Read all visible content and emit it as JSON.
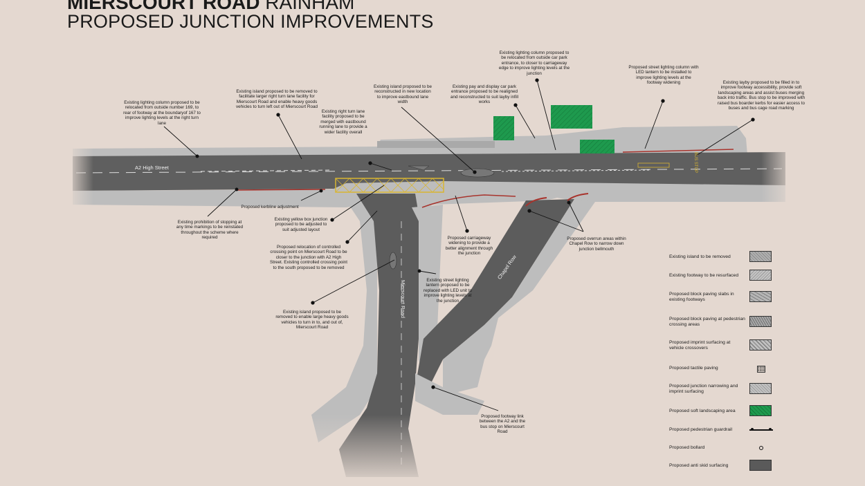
{
  "header": {
    "title_bold": "MIERSCOURT ROAD",
    "title_light": " RAINHAM",
    "subtitle": "PROPOSED JUNCTION IMPROVEMENTS"
  },
  "roads": {
    "a2": "A2 High Street",
    "mierscourt": "Mierscourt Road",
    "chapel": "Chapel Row",
    "bus_marking": "BUS STOP"
  },
  "annotations": [
    {
      "id": "lighting-169",
      "text": "Existing lighting column proposed to be relocated from outside number 169, to rear of footway at the boundaryof 167 to improve lighting levels at the right turn lane"
    },
    {
      "id": "island-removed-left",
      "text": "Existing island proposed to be removed to facilitate larger right turn lane facility for Mierscourt Road and enable heavy goods vehicles to turn left out of Mierscourt Road"
    },
    {
      "id": "right-turn-lane",
      "text": "Existing right turn lane facility proposed to be merged with eastbound running lane to provide a wider facility overall"
    },
    {
      "id": "island-reconstructed",
      "text": "Existing island proposed to be reconstructed in new location to improve eastbound lane width"
    },
    {
      "id": "car-park",
      "text": "Existing pay and display car park entrance proposed to be realigned and reconstructed to suit layby infill works"
    },
    {
      "id": "lighting-car-park",
      "text": "Existing lighting column proposed to be relocated from outside car park entrance, to closer to carriageway edge to improve lighting levels at the junction"
    },
    {
      "id": "led-lantern",
      "text": "Proposed street lighting column with LED lantern to be installed to improve lighting levels at the footway widening"
    },
    {
      "id": "layby",
      "text": "Existing layby proposed to be filled in to improve footway accessibility, provide soft landscaping areas and assist buses merging back into traffic. Bus stop to be improved with raised bus boarder kerbs for easier access to buses and bus cage road marking"
    },
    {
      "id": "kerbline",
      "text": "Proposed kerbline adjustment"
    },
    {
      "id": "no-stopping",
      "text": "Existing prohibition of stopping at any time markings to be reinstated throughout the scheme where required"
    },
    {
      "id": "yellow-box",
      "text": "Existing yellow box junction proposed to be adjusted to suit adjusted layout"
    },
    {
      "id": "crossing",
      "text": "Proposed relocation of controlled crossing point on Mierscourt Road to be closer to the junction with A2 High Street. Existing controlled crossing point to the south proposed to be removed"
    },
    {
      "id": "widening",
      "text": "Proposed carriageway widening to provide a better alignment through the junction"
    },
    {
      "id": "overrun",
      "text": "Proposed overrun areas within Chapel Row to narrow down junction bellmouth"
    },
    {
      "id": "street-lighting-lantern",
      "text": "Existing street lighting lantern proposed to be replaced with LED unit to improve lighting levels at the junction"
    },
    {
      "id": "island-removed-south",
      "text": "Existing island proposed to be removed to enable large heavy goods vehicles to turn in to, and out of, Mierscourt Road"
    },
    {
      "id": "footway-link",
      "text": "Proposed footway link between the A2 and the bus stop on Mierscourt Road"
    }
  ],
  "legend": [
    {
      "label": "Existing island to be removed",
      "icon": "island-hatch"
    },
    {
      "label": "Existing footway to be resurfaced",
      "icon": "footway-hatch"
    },
    {
      "label": "Proposed block paving slabs in existing footways",
      "icon": "block-paving"
    },
    {
      "label": "Proposed block paving at pedestrian crossing areas",
      "icon": "crossing-paving"
    },
    {
      "label": "Proposed imprint surfacing at vehicle crossovers",
      "icon": "imprint"
    },
    {
      "label": "Proposed tactile paving",
      "icon": "tactile"
    },
    {
      "label": "Proposed junction narrowing and imprint surfacing",
      "icon": "junction-narrowing"
    },
    {
      "label": "Proposed soft landscaping area",
      "icon": "landscaping"
    },
    {
      "label": "Proposed pedestrian guardrail",
      "icon": "guardrail"
    },
    {
      "label": "Proposed bollard",
      "icon": "bollard"
    },
    {
      "label": "Proposed anti skid surfacing",
      "icon": "anti-skid"
    }
  ],
  "colors": {
    "background": "#e4d8d0",
    "carriageway": "#5c5c5c",
    "footway": "#bdbdbd",
    "landscaping": "#1e9a4e",
    "kerb_red": "#a8332c",
    "box_yellow": "#d9b530",
    "leader": "#111111"
  }
}
